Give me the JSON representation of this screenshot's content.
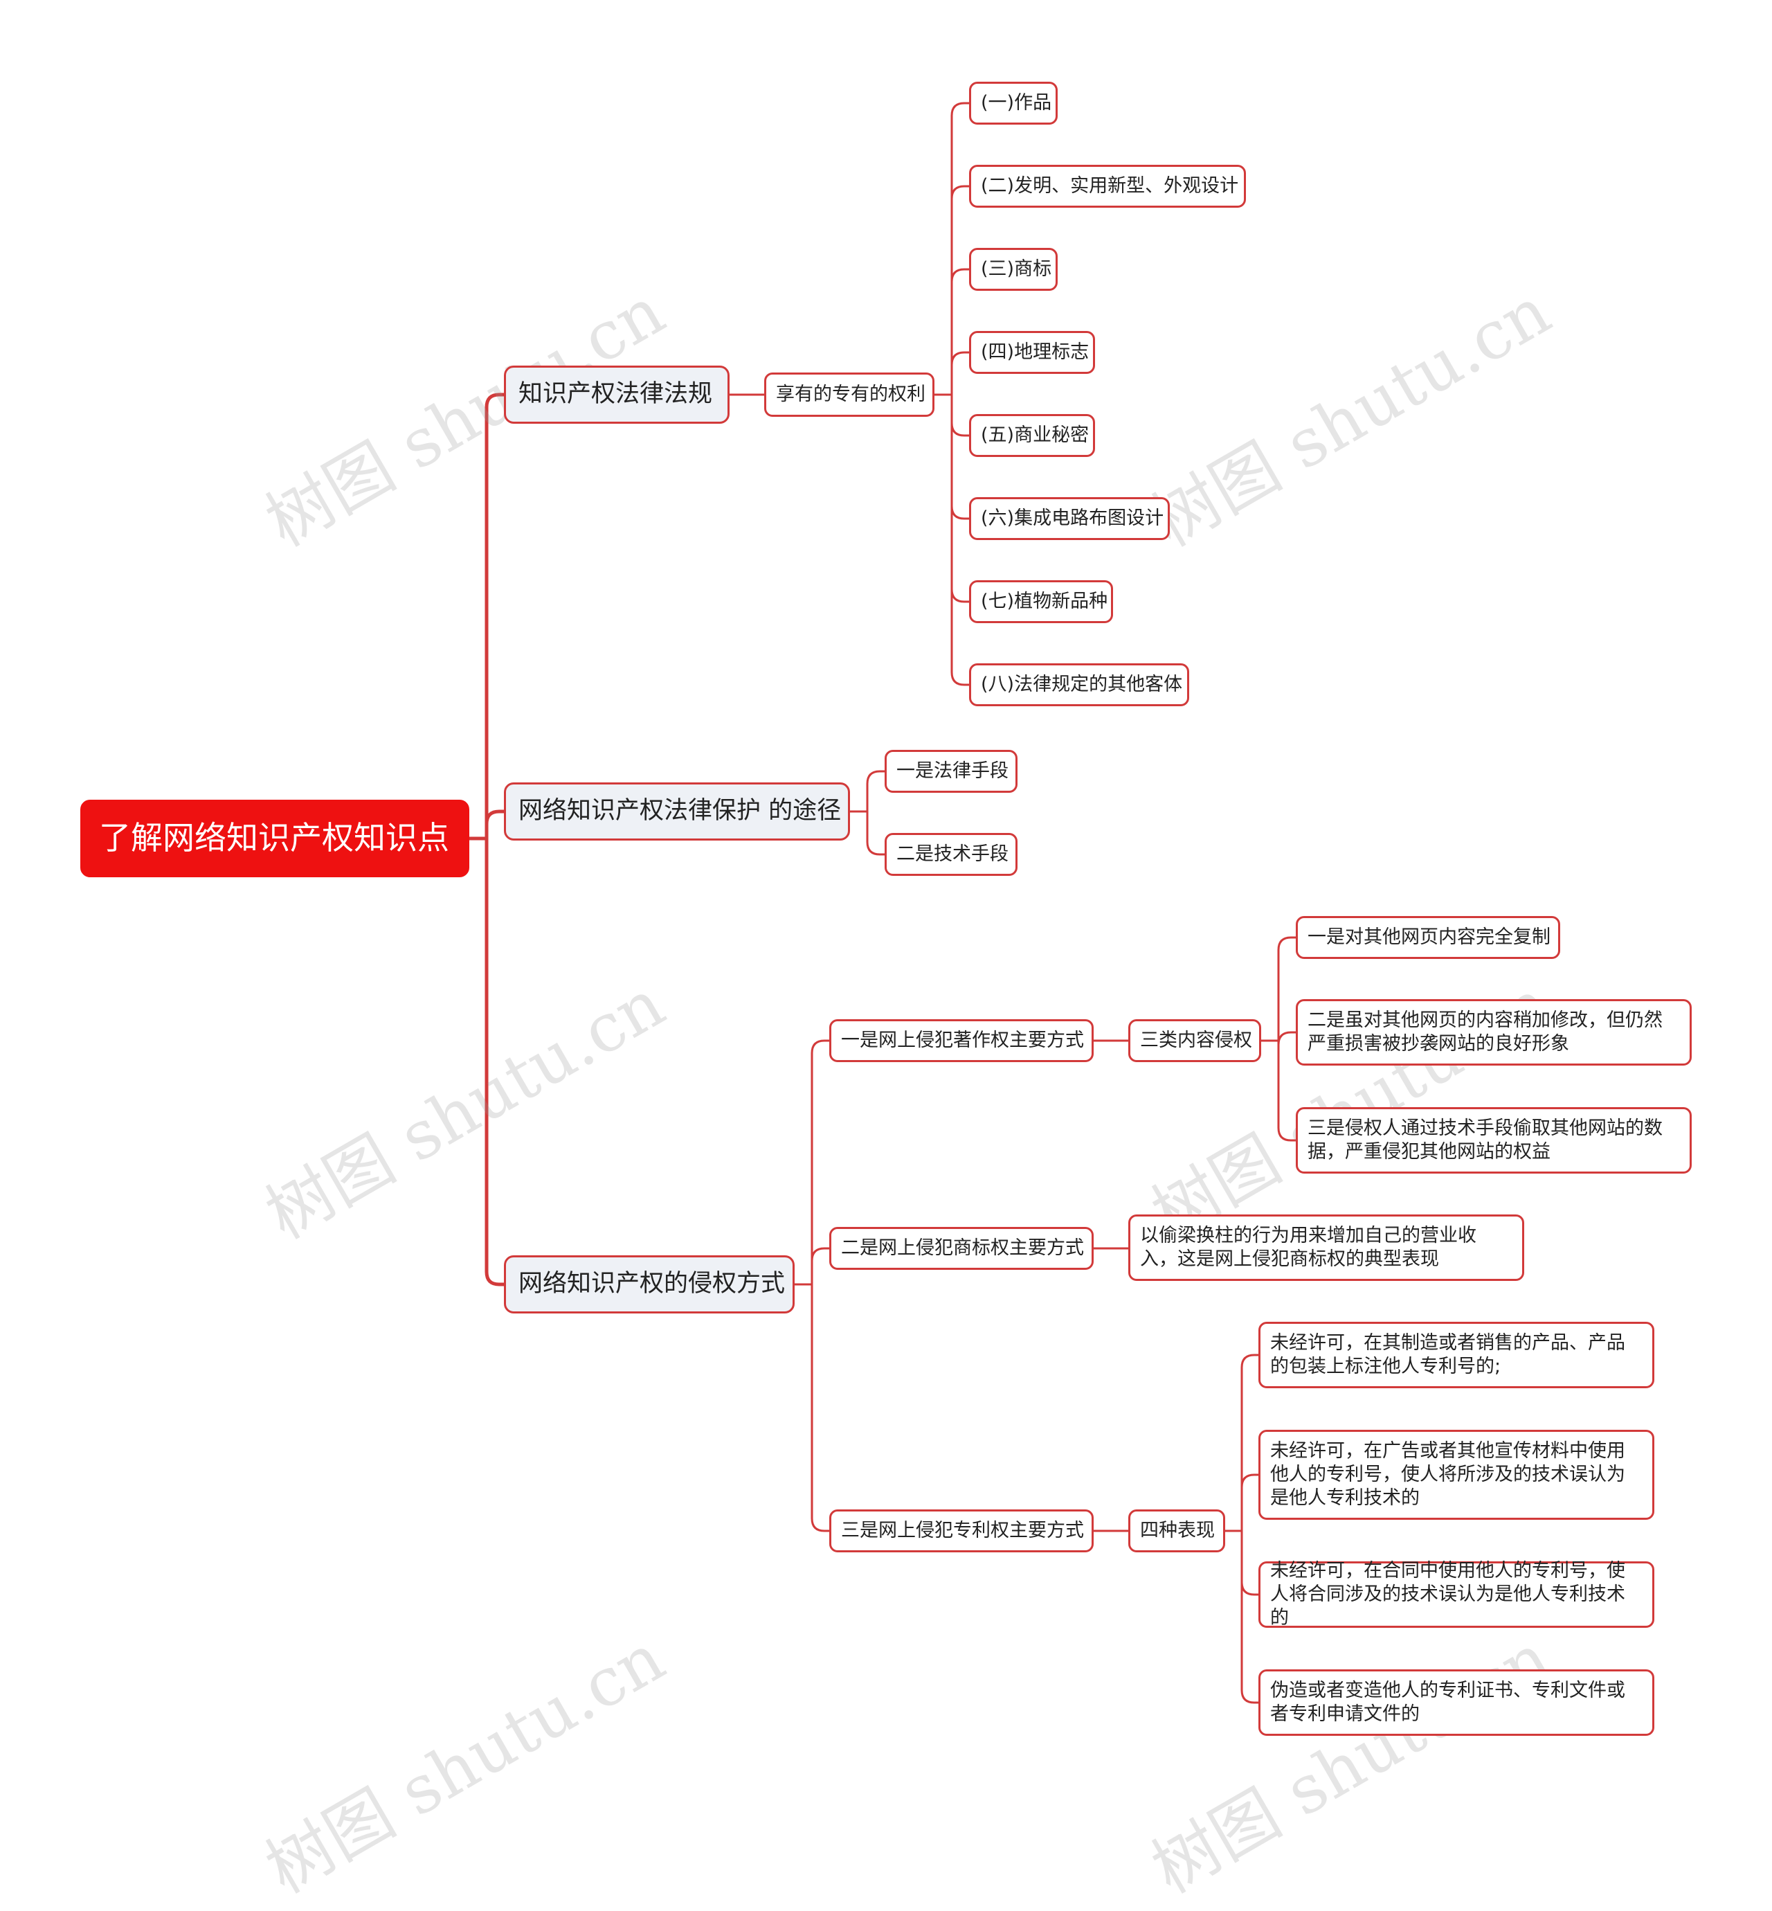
{
  "title": "了解网络知识产权知识点",
  "branches": {
    "b1": {
      "label": "知识产权法律法规",
      "sub": "享有的专有的权利",
      "items": [
        "(一)作品",
        "(二)发明、实用新型、外观设计",
        "(三)商标",
        "(四)地理标志",
        "(五)商业秘密",
        "(六)集成电路布图设计",
        "(七)植物新品种",
        "(八)法律规定的其他客体"
      ]
    },
    "b2": {
      "label": "网络知识产权法律保护 的途径",
      "items": [
        "一是法律手段",
        "二是技术手段"
      ]
    },
    "b3": {
      "label": "网络知识产权的侵权方式",
      "m1": {
        "label": "一是网上侵犯著作权主要方式",
        "sub": "三类内容侵权",
        "items": [
          "一是对其他网页内容完全复制",
          "二是虽对其他网页的内容稍加修改，但仍然严重损害被抄袭网站的良好形象",
          "三是侵权人通过技术手段偷取其他网站的数据，严重侵犯其他网站的权益"
        ]
      },
      "m2": {
        "label": "二是网上侵犯商标权主要方式",
        "item": "以偷梁换柱的行为用来增加自己的营业收入，这是网上侵犯商标权的典型表现"
      },
      "m3": {
        "label": "三是网上侵犯专利权主要方式",
        "sub": "四种表现",
        "items": [
          "未经许可，在其制造或者销售的产品、产品的包装上标注他人专利号的;",
          "未经许可，在广告或者其他宣传材料中使用他人的专利号，使人将所涉及的技术误认为是他人专利技术的",
          "未经许可，在合同中使用他人的专利号，使人将合同涉及的技术误认为是他人专利技术的",
          "伪造或者变造他人的专利证书、专利文件或者专利申请文件的"
        ]
      }
    }
  },
  "watermark": "树图 shutu.cn",
  "colors": {
    "accent": "#ee1111",
    "line": "#d23a3a",
    "level1_fill": "#eef1f6"
  }
}
